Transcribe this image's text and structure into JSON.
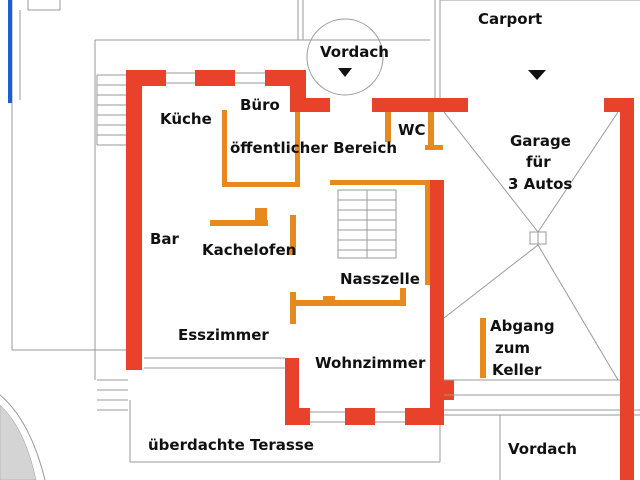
{
  "colors": {
    "wall": "#e8432a",
    "interior_wall": "#e8891e",
    "line": "#9a9a9a",
    "fence": "#1a5fd0",
    "text": "#111111"
  },
  "rooms": {
    "carport": "Carport",
    "vordach_top": "Vordach",
    "kueche": "Küche",
    "buero": "Büro",
    "wc": "WC",
    "oeffentlich": "öffentlicher Bereich",
    "garage_line1": "Garage",
    "garage_line2": "für",
    "garage_line3": "3 Autos",
    "bar": "Bar",
    "kachelofen": "Kachelofen",
    "nasszelle": "Nasszelle",
    "abgang_line1": "Abgang",
    "abgang_line2": "zum",
    "abgang_line3": "Keller",
    "esszimmer": "Esszimmer",
    "wohnzimmer": "Wohnzimmer",
    "terasse": "überdachte Terasse",
    "vordach_bottom": "Vordach"
  }
}
